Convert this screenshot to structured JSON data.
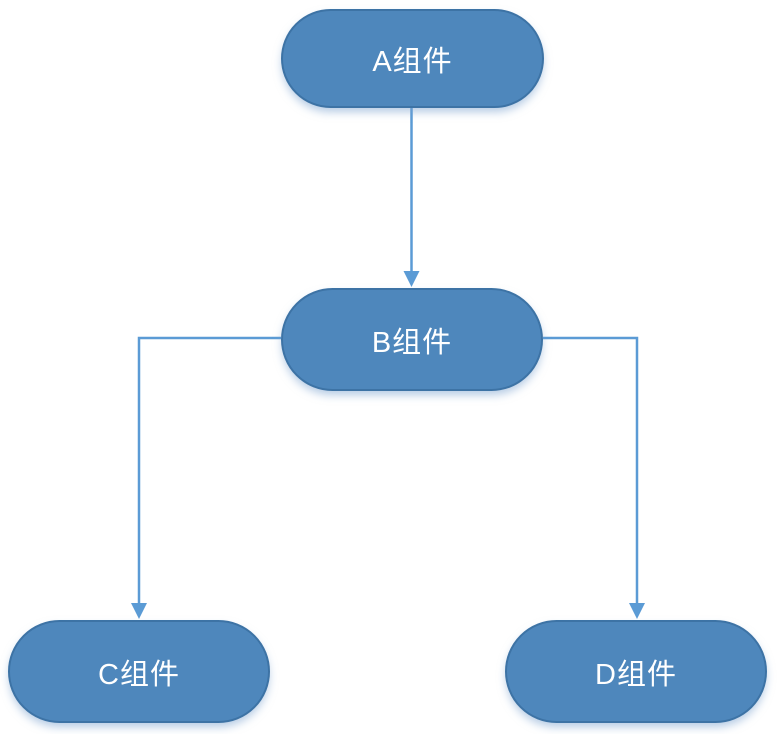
{
  "diagram": {
    "type": "flowchart",
    "nodes": [
      {
        "id": "A",
        "label": "A组件"
      },
      {
        "id": "B",
        "label": "B组件"
      },
      {
        "id": "C",
        "label": "C组件"
      },
      {
        "id": "D",
        "label": "D组件"
      }
    ],
    "edges": [
      {
        "from": "A",
        "to": "B",
        "style": "straight-arrow"
      },
      {
        "from": "B",
        "to": "C",
        "style": "elbow-arrow"
      },
      {
        "from": "B",
        "to": "D",
        "style": "elbow-arrow"
      }
    ]
  },
  "colors": {
    "node_fill": "#4E87BC",
    "node_border": "#3D73A5",
    "node_text": "#FFFFFF",
    "connector": "#5B9BD5",
    "canvas_bg": "#FFFFFF"
  }
}
